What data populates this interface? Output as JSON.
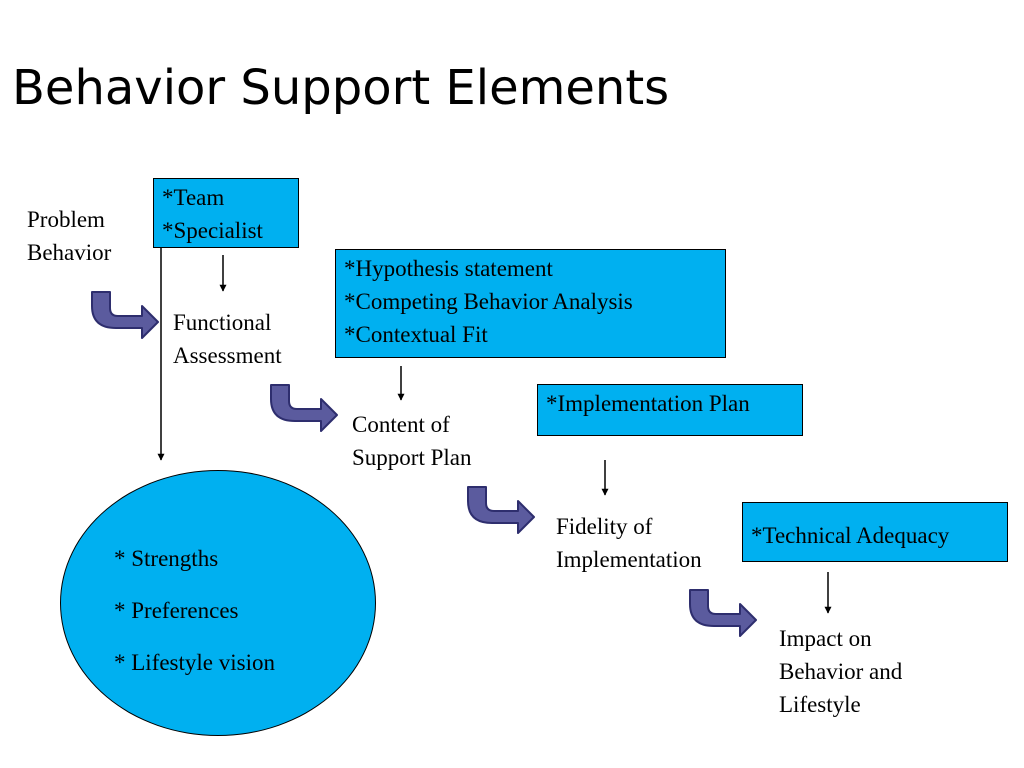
{
  "slide": {
    "title": "Behavior Support Elements"
  },
  "labels": {
    "problem_behavior": [
      "Problem",
      "Behavior"
    ],
    "functional_assessment": [
      "Functional",
      "Assessment"
    ],
    "content_of_support_plan": [
      "Content of",
      "Support Plan"
    ],
    "fidelity_of_implementation": [
      "Fidelity of",
      "Implementation"
    ],
    "impact": [
      "Impact on",
      "Behavior and",
      "Lifestyle"
    ]
  },
  "boxes": {
    "team": [
      "*Team",
      "*Specialist"
    ],
    "hypothesis": [
      "*Hypothesis statement",
      "*Competing Behavior Analysis",
      "*Contextual Fit"
    ],
    "implementation_plan": [
      "*Implementation Plan"
    ],
    "technical_adequacy": [
      "*Technical Adequacy"
    ]
  },
  "oval": {
    "items": [
      "* Strengths",
      "* Preferences",
      "* Lifestyle vision"
    ]
  },
  "colors": {
    "box_fill": "#00b0f0",
    "curved_arrow_fill": "#5b5b9e",
    "curved_arrow_stroke": "#2e2e6e",
    "line": "#000000"
  }
}
